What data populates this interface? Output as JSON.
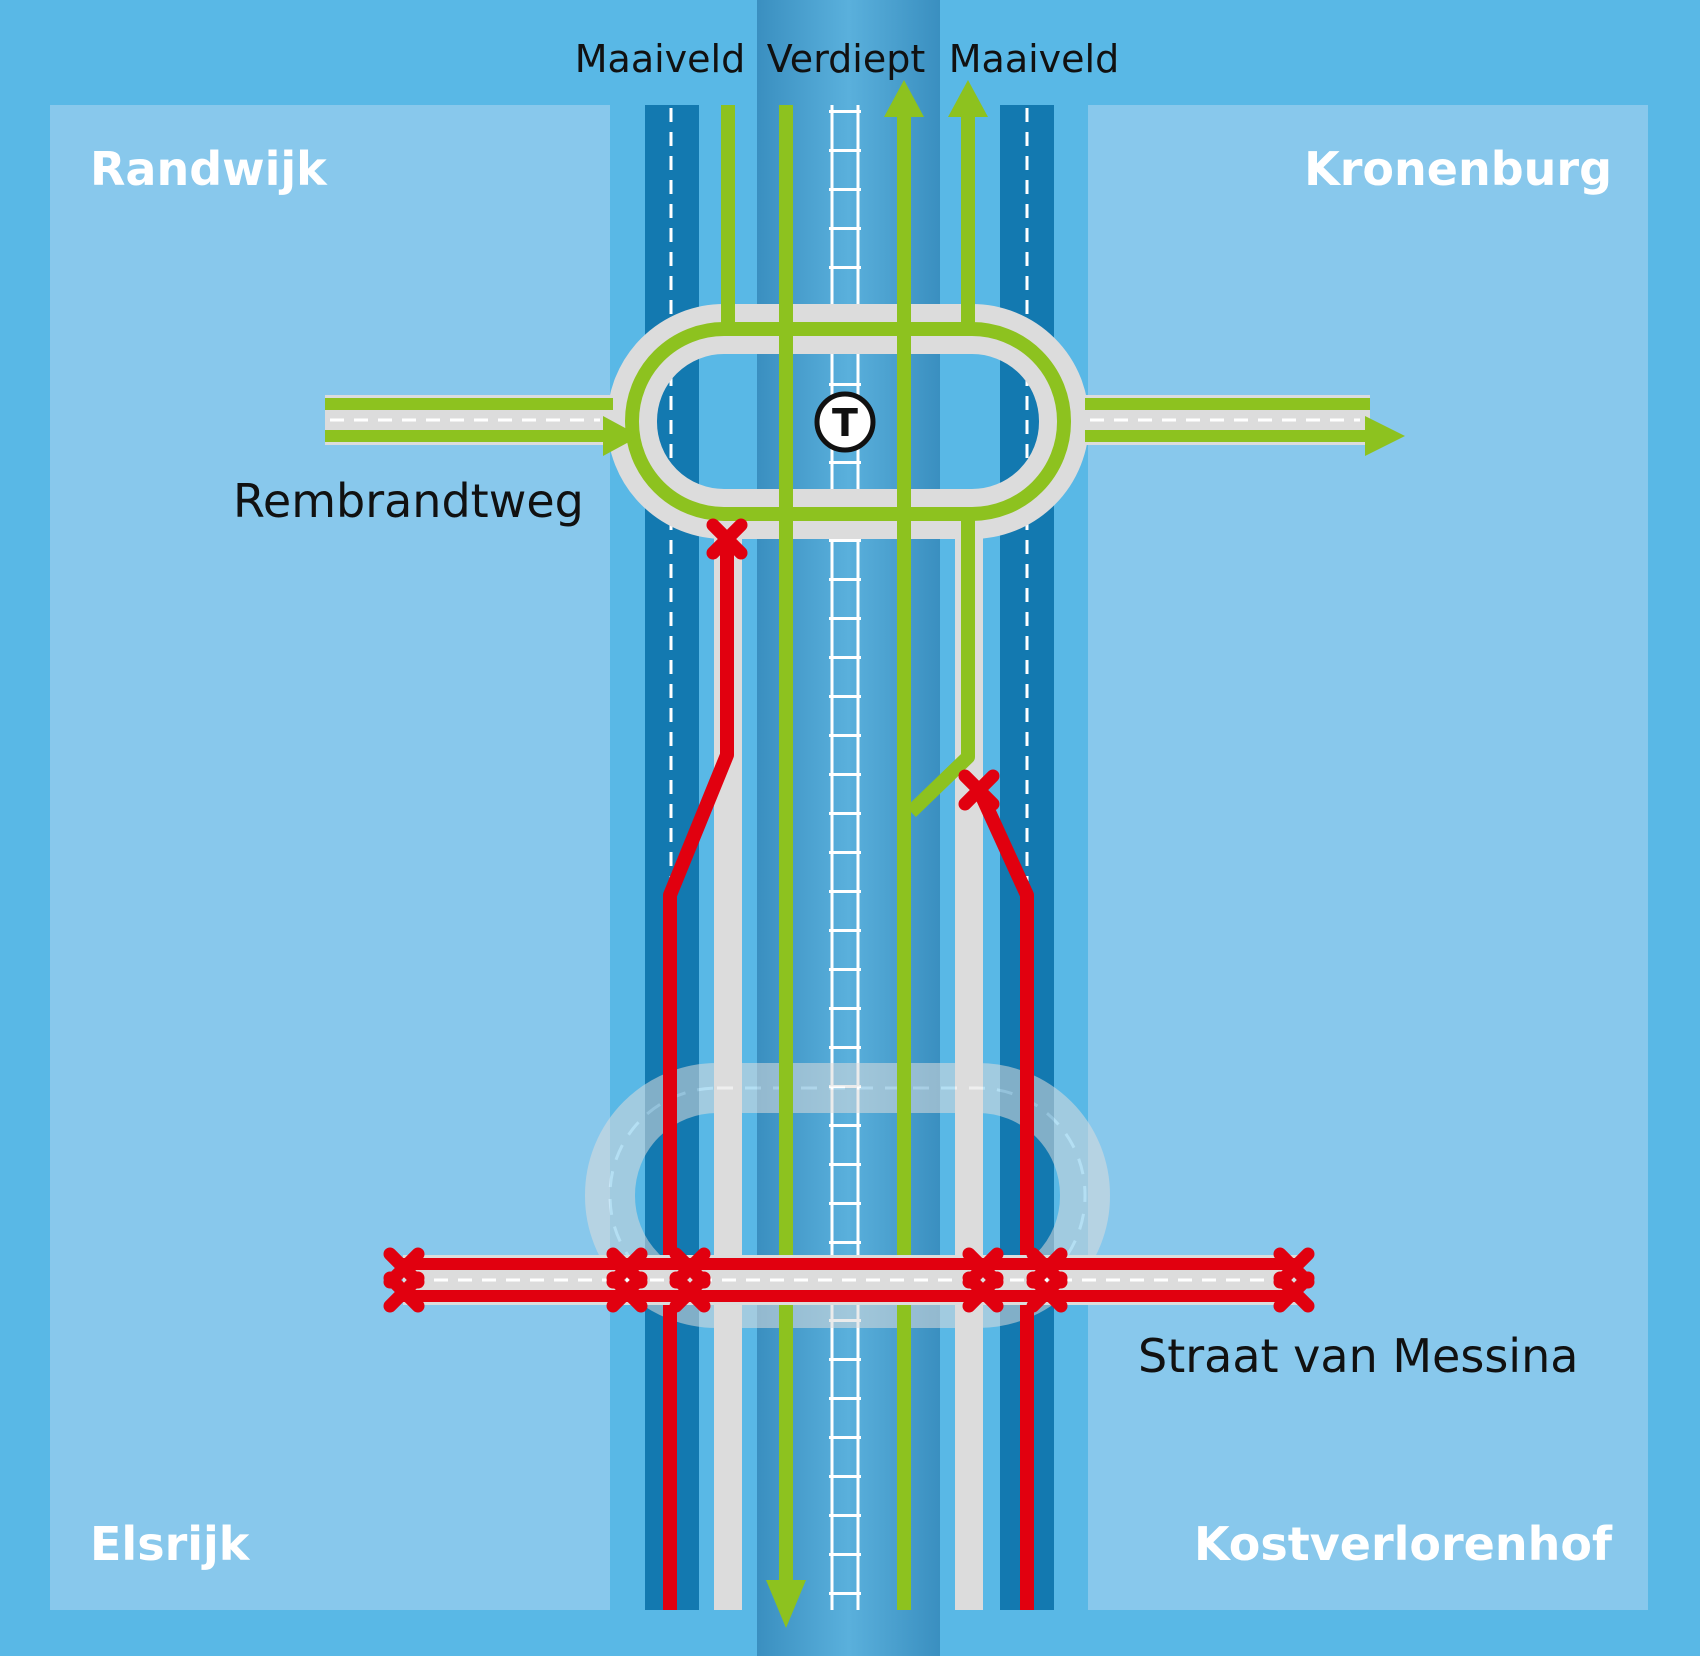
{
  "labels": {
    "levels": {
      "left": "Maaiveld",
      "center": "Verdiept",
      "right": "Maaiveld"
    },
    "districts": {
      "top_left": "Randwijk",
      "top_right": "Kronenburg",
      "bottom_left": "Elsrijk",
      "bottom_right": "Kostverlorenhof"
    },
    "roads": {
      "north": "Rembrandtweg",
      "south": "Straat van Messina"
    },
    "metro": "T"
  },
  "colors": {
    "background": "#59b8e6",
    "district_area": "#88c8ec",
    "water": "#1379b0",
    "sunken_corridor": "#4aa1cf",
    "open_route": "#8dc21f",
    "closed_route": "#e1000f",
    "road_surface": "#dcdcdc"
  }
}
